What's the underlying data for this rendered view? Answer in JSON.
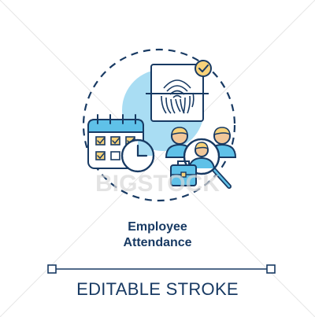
{
  "title_line1": "Employee",
  "title_line2": "Attendance",
  "subtitle": "EDITABLE STROKE",
  "watermark_text": "BIGSTOCK",
  "colors": {
    "outline": "#183a63",
    "accent_blue": "#5fc1e8",
    "light_blue": "#a9ddf3",
    "yellow": "#f7d27a",
    "skin": "#f1c79a",
    "check_orange": "#f2a93b",
    "watermark": "#d7d7d7"
  },
  "icons": [
    "fingerprint-scanner-icon",
    "checkmark-badge-icon",
    "calendar-icon",
    "clock-icon",
    "employees-icon",
    "magnifier-icon",
    "briefcase-icon"
  ]
}
